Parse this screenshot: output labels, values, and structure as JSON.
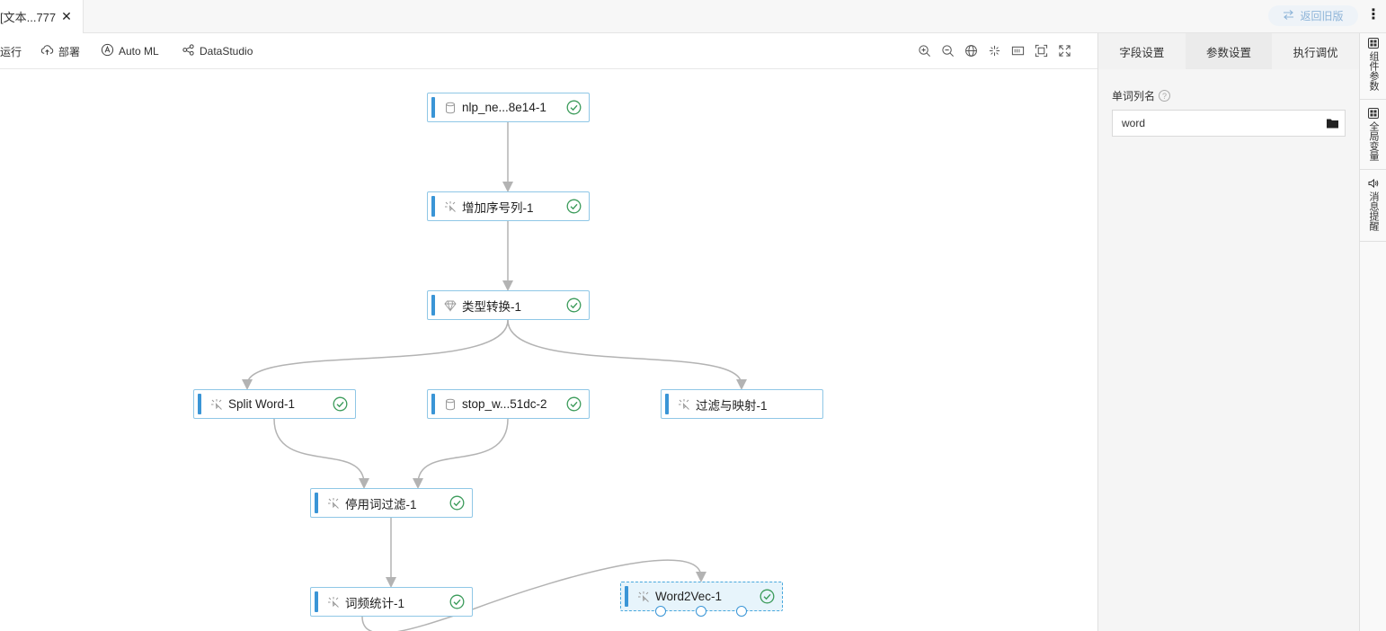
{
  "tab": {
    "title": "[文本...777",
    "close_label": "✕"
  },
  "topbar": {
    "back_label": "返回旧版",
    "more_label": "⋮"
  },
  "toolbar": {
    "run_label": "运行",
    "deploy_label": "部署",
    "automl_label": "Auto ML",
    "datastudio_label": "DataStudio"
  },
  "nodes": [
    {
      "id": "n1",
      "label": "nlp_ne...8e14-1",
      "icon": "database-icon",
      "status": "success"
    },
    {
      "id": "n2",
      "label": "增加序号列-1",
      "icon": "component-icon",
      "status": "success"
    },
    {
      "id": "n3",
      "label": "类型转换-1",
      "icon": "diamond-icon",
      "status": "success"
    },
    {
      "id": "n4",
      "label": "Split Word-1",
      "icon": "component-icon",
      "status": "success"
    },
    {
      "id": "n5",
      "label": "stop_w...51dc-2",
      "icon": "database-icon",
      "status": "success"
    },
    {
      "id": "n6",
      "label": "过滤与映射-1",
      "icon": "component-icon",
      "status": "none"
    },
    {
      "id": "n7",
      "label": "停用词过滤-1",
      "icon": "component-icon",
      "status": "success"
    },
    {
      "id": "n8",
      "label": "词频统计-1",
      "icon": "component-icon",
      "status": "success"
    },
    {
      "id": "n9",
      "label": "Word2Vec-1",
      "icon": "component-icon",
      "status": "success",
      "selected": true
    }
  ],
  "panel": {
    "tabs": [
      {
        "label": "字段设置"
      },
      {
        "label": "参数设置",
        "active": true
      },
      {
        "label": "执行调优"
      }
    ],
    "field_label": "单词列名",
    "field_help": "?",
    "field_value": "word"
  },
  "strip": [
    {
      "label": "组件参数",
      "icon": "grid-icon"
    },
    {
      "label": "全局变量",
      "icon": "grid-icon"
    },
    {
      "label": "消息提醒",
      "icon": "speaker-icon"
    }
  ],
  "colors": {
    "accent": "#3a95d6",
    "node_border": "#8fc7e6",
    "check": "#3b9b5a",
    "edge": "#b3b3b3"
  }
}
